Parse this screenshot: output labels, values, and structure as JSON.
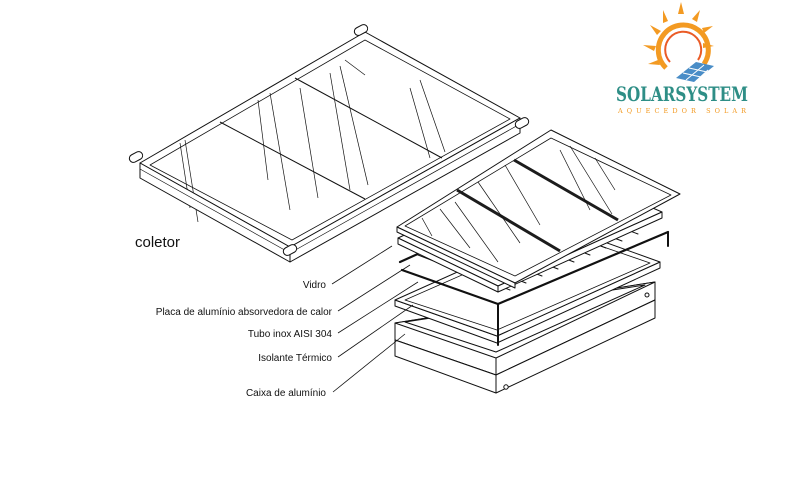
{
  "diagram": {
    "assembled_label": "coletor",
    "layer_labels": [
      "Vidro",
      "Placa de alumínio absorvedora de calor",
      "Tubo inox AISI 304",
      "Isolante Térmico",
      "Caixa de alumínio"
    ]
  },
  "brand": {
    "name": "SOLARSYSTEM",
    "tagline": "AQUECEDOR SOLAR",
    "colors": {
      "name": "#2e8e86",
      "sun": "#f39a22",
      "sun_inner": "#ea5b26",
      "panel": "#4a8dc7"
    }
  },
  "colors": {
    "line": "#111111",
    "glass_dark": "#1c1c1c"
  }
}
